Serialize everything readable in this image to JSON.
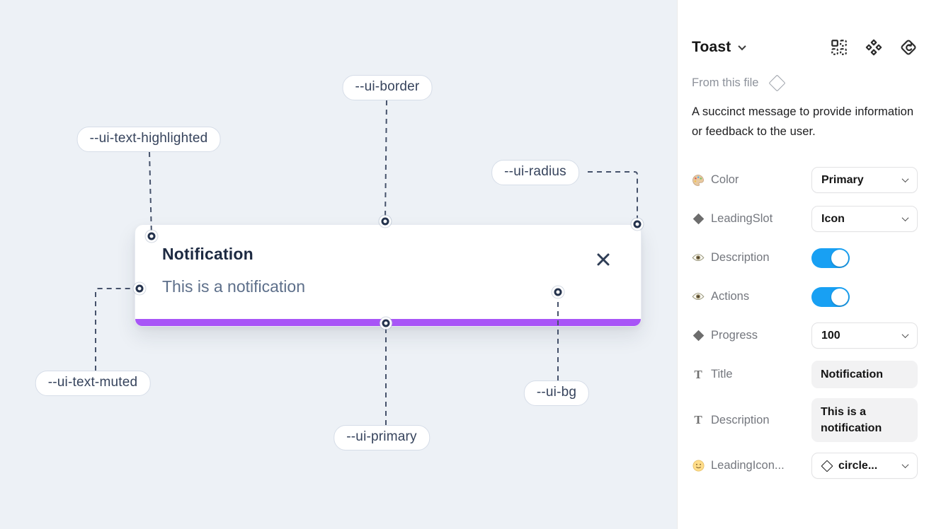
{
  "canvas": {
    "labels": [
      {
        "text": "--ui-border"
      },
      {
        "text": "--ui-text-highlighted"
      },
      {
        "text": "--ui-radius"
      },
      {
        "text": "--ui-text-muted"
      },
      {
        "text": "--ui-primary"
      },
      {
        "text": "--ui-bg"
      }
    ],
    "toast": {
      "title": "Notification",
      "description": "This is a notification"
    },
    "colors": {
      "canvas_bg": "#edf1f6",
      "primary_bar": "#a855f7",
      "title_text": "#1d2a42",
      "muted_text": "#5d6f8a",
      "connector": "#46526b"
    }
  },
  "panel": {
    "title": "Toast",
    "source_label": "From this file",
    "description": "A succinct message to provide information or feedback to the user.",
    "icons": {
      "header": [
        "variant-grid-icon",
        "component-icon",
        "swap-instance-icon"
      ]
    },
    "rows": [
      {
        "icon": "palette-icon",
        "label": "Color",
        "control": "select",
        "value": "Primary"
      },
      {
        "icon": "diamond-icon",
        "label": "LeadingSlot",
        "control": "select",
        "value": "Icon"
      },
      {
        "icon": "eye-icon",
        "label": "Description",
        "control": "toggle",
        "value": "on"
      },
      {
        "icon": "eye-icon",
        "label": "Actions",
        "control": "toggle",
        "value": "on"
      },
      {
        "icon": "diamond-icon",
        "label": "Progress",
        "control": "select",
        "value": "100"
      },
      {
        "icon": "text-icon",
        "label": "Title",
        "control": "text",
        "value": "Notification"
      },
      {
        "icon": "text-icon",
        "label": "Description",
        "control": "text",
        "value": "This is a notification"
      },
      {
        "icon": "smiley-icon",
        "label": "LeadingIcon...",
        "control": "select-icon",
        "value": "circle..."
      }
    ],
    "colors": {
      "toggle_on": "#18a0f3"
    }
  }
}
